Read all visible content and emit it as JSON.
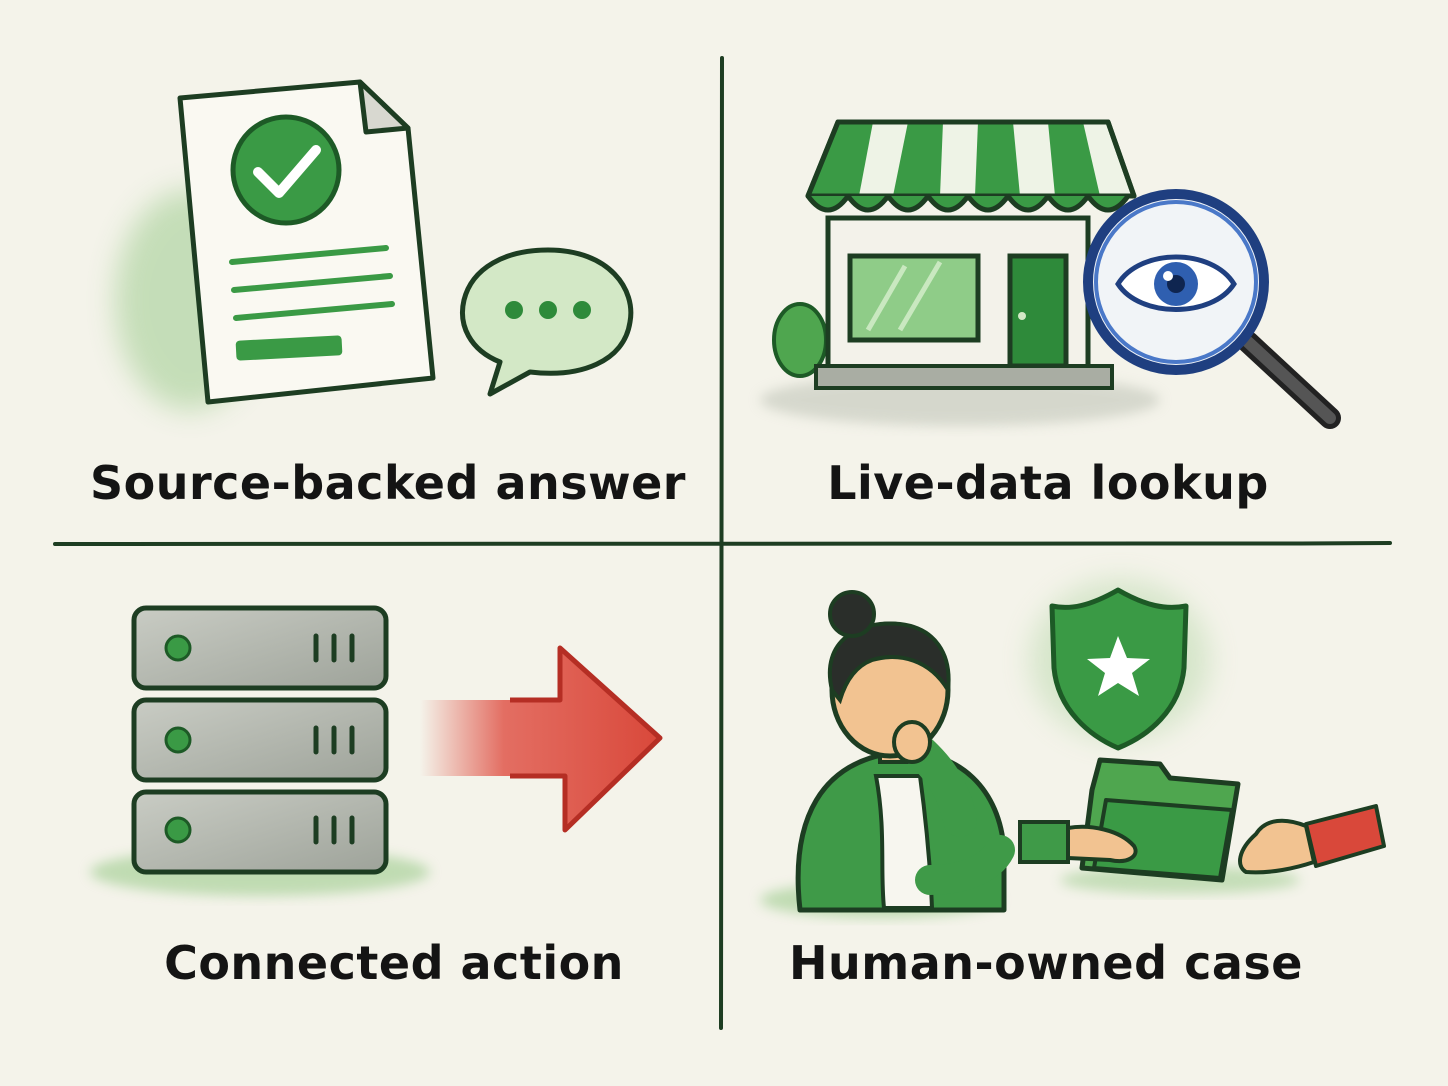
{
  "panels": [
    {
      "label": "Source-backed answer"
    },
    {
      "label": "Live-data lookup"
    },
    {
      "label": "Connected action"
    },
    {
      "label": "Human-owned case"
    }
  ],
  "colors": {
    "background": "#f4f3ea",
    "ink": "#1d3d22",
    "green": "#3a9a45",
    "green_light": "#b9dcab",
    "red": "#d9483a",
    "blue": "#2f5fb0"
  },
  "icons": [
    "document-check-icon",
    "speech-bubble-icon",
    "storefront-icon",
    "magnifier-eye-icon",
    "server-stack-icon",
    "arrow-right-icon",
    "thinking-person-icon",
    "shield-star-icon",
    "folder-handoff-icon"
  ]
}
